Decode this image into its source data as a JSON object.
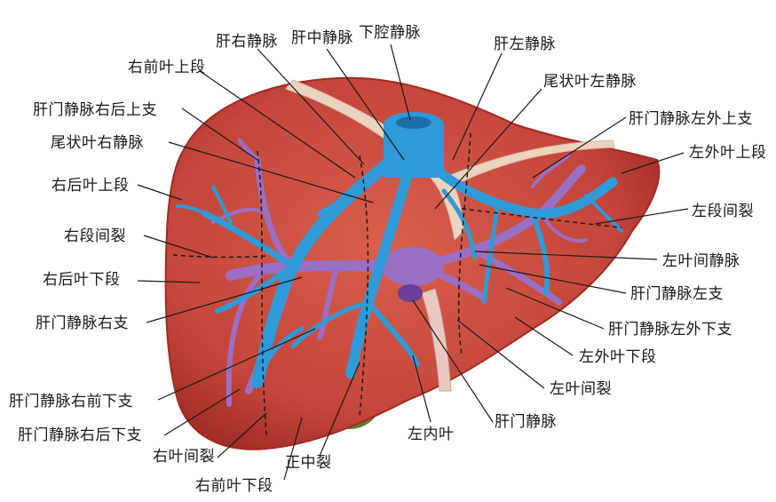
{
  "labels": {
    "hepatic_rv": "肝右静脉",
    "hepatic_mv": "肝中静脉",
    "ivc": "下腔静脉",
    "hepatic_lv": "肝左静脉",
    "r_ant_upper": "右前叶上段",
    "caudate_lv": "尾状叶左静脉",
    "pv_r_post_upper": "肝门静脉右后上支",
    "pv_l_lat_upper": "肝门静脉左外上支",
    "caudate_rv": "尾状叶右静脉",
    "l_lat_upper": "左外叶上段",
    "r_post_upper": "右后叶上段",
    "l_seg_fissure": "左段间裂",
    "r_seg_fissure": "右段间裂",
    "l_interlobar_v": "左叶间静脉",
    "r_post_lower": "右后叶下段",
    "pv_left": "肝门静脉左支",
    "pv_right": "肝门静脉右支",
    "pv_l_lat_lower": "肝门静脉左外下支",
    "l_lat_lower": "左外叶下段",
    "l_interlobar_fissure": "左叶间裂",
    "pv_r_ant_lower": "肝门静脉右前下支",
    "portal_vein": "肝门静脉",
    "pv_r_post_lower": "肝门静脉右后下支",
    "l_medial_lobe": "左内叶",
    "r_interlobar_fissure": "右叶间裂",
    "median_fissure": "正中裂",
    "r_ant_lower": "右前叶下段"
  },
  "colors": {
    "liver": "#c64535",
    "liver_edge": "#a22a22",
    "hepatic_vein": "#2f9bd8",
    "portal_vein": "#9b6fc4",
    "ligament": "#e9cdb8",
    "gallbladder": "#5b7c2e"
  }
}
